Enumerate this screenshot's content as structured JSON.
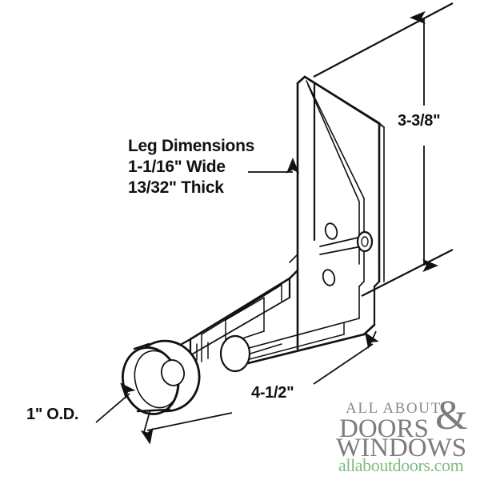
{
  "image": {
    "type": "technical-line-drawing",
    "subject": "sliding door roller assembly bracket",
    "background_color": "#ffffff",
    "line_color": "#111111"
  },
  "annotations": {
    "leg_dimensions": {
      "line1": "Leg Dimensions",
      "line2": "1-1/16\" Wide",
      "line3": "13/32\" Thick"
    },
    "height": "3-3/8\"",
    "length": "4-1/2\"",
    "wheel_diameter": "1\" O.D."
  },
  "logo": {
    "all_about": "ALL ABOUT",
    "ampersand": "&",
    "doors": "DOORS",
    "windows": "WINDOWS",
    "url": "allaboutdoors.com",
    "text_color": "#7c7c7c",
    "url_color": "#7ebc7e"
  }
}
